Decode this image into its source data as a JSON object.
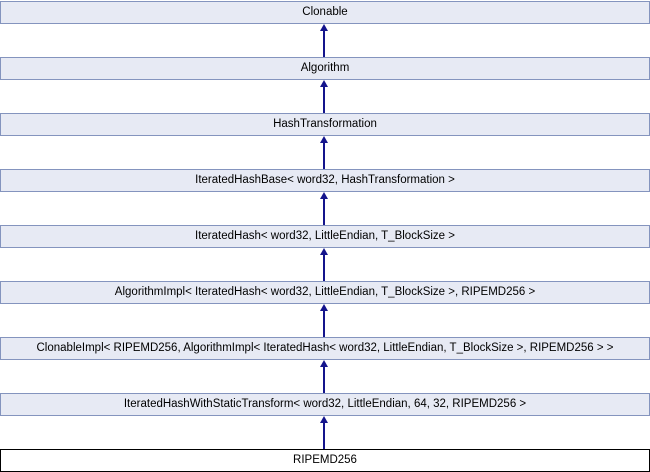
{
  "diagram": {
    "type": "class-inheritance-diagram",
    "focal_class": "RIPEMD256",
    "colors": {
      "node_fill": "#e7eaf4",
      "node_border": "#8494be",
      "focal_fill": "#ffffff",
      "focal_border": "#000000",
      "arrow": "#14148c",
      "text": "#000000",
      "background": "#ffffff"
    },
    "arrow_meaning": "public inheritance, child points to parent",
    "nodes": [
      {
        "label": "Clonable",
        "focal": false
      },
      {
        "label": "Algorithm",
        "focal": false
      },
      {
        "label": "HashTransformation",
        "focal": false
      },
      {
        "label": "IteratedHashBase< word32, HashTransformation >",
        "focal": false
      },
      {
        "label": "IteratedHash< word32, LittleEndian, T_BlockSize >",
        "focal": false
      },
      {
        "label": "AlgorithmImpl< IteratedHash< word32, LittleEndian, T_BlockSize >, RIPEMD256 >",
        "focal": false
      },
      {
        "label": "ClonableImpl< RIPEMD256, AlgorithmImpl< IteratedHash< word32, LittleEndian, T_BlockSize >, RIPEMD256 > >",
        "focal": false
      },
      {
        "label": "IteratedHashWithStaticTransform< word32, LittleEndian, 64, 32, RIPEMD256 >",
        "focal": false
      },
      {
        "label": "RIPEMD256",
        "focal": true
      }
    ]
  }
}
